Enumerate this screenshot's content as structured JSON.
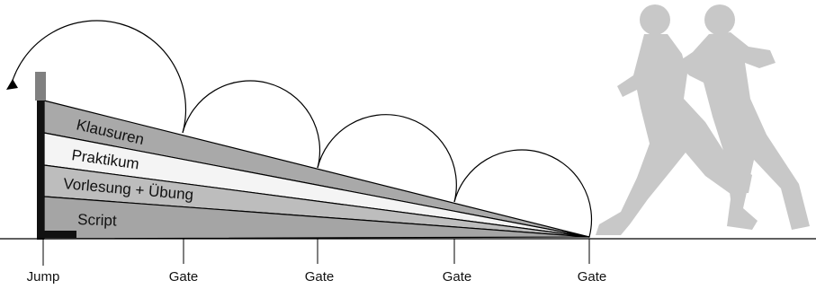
{
  "layers": [
    {
      "label": "Klausuren",
      "color": "#a9a9a9"
    },
    {
      "label": "Praktikum",
      "color": "#f4f4f4"
    },
    {
      "label": "Vorlesung + Übung",
      "color": "#bdbdbd"
    },
    {
      "label": "Script",
      "color": "#a5a5a5"
    }
  ],
  "axis_labels": [
    "Jump",
    "Gate",
    "Gate",
    "Gate",
    "Gate"
  ],
  "icons": [
    "runners-silhouette-icon",
    "arrow-head-icon"
  ],
  "colors": {
    "runner": "#c8c8c8",
    "post": "#111111",
    "post_cap": "#808080",
    "line": "#000000"
  }
}
